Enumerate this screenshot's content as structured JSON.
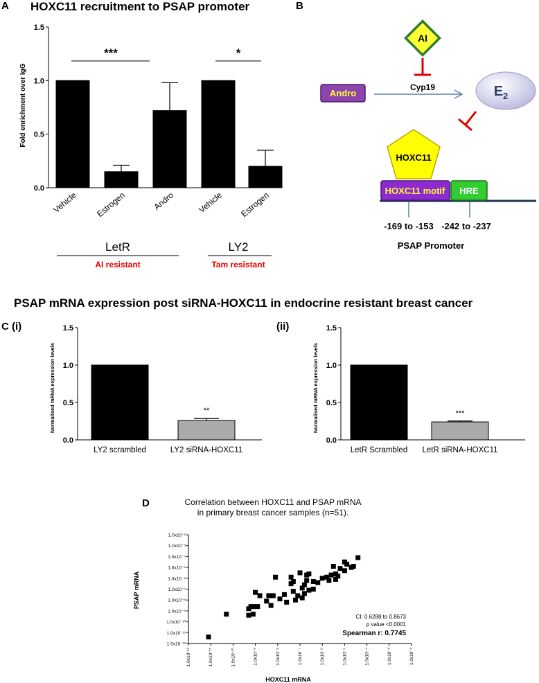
{
  "panel_a": {
    "letter": "A",
    "title": "HOXC11 recruitment to PSAP promoter",
    "groups": [
      {
        "name": "LetR",
        "note": "AI resistant"
      },
      {
        "name": "LY2",
        "note": "Tam resistant"
      }
    ],
    "sig_marks": [
      "***",
      "*"
    ]
  },
  "panel_b": {
    "letter": "B",
    "inhibitor": "AI",
    "enzyme": "Cyp19",
    "substrate": "Andro",
    "product_base": "E",
    "product_sub": "2",
    "tf": "HOXC11",
    "motif": "HOXC11 motif",
    "hre": "HRE",
    "pos_motif": "-169 to -153",
    "pos_hre": "-242 to -237",
    "promoter_label": "PSAP Promoter"
  },
  "section_c": {
    "title": "PSAP mRNA expression post siRNA-HOXC11 in endocrine resistant breast cancer",
    "label_i": "C (i)",
    "label_ii": "(ii)"
  },
  "panel_d": {
    "letter": "D"
  },
  "chart_data": [
    {
      "type": "bar",
      "ylabel": "Fold enrichment over IgG",
      "ylim": [
        0,
        1.5
      ],
      "yticks": [
        "0.0",
        "0.5",
        "1.0",
        "1.5"
      ],
      "categories": [
        "Vehicle",
        "Estrogen",
        "Andro",
        "Vehicle",
        "Estrogen"
      ],
      "values": [
        1.0,
        0.15,
        0.72,
        1.0,
        0.2
      ],
      "errors": [
        0,
        0.06,
        0.26,
        0,
        0.15
      ],
      "colors": [
        "#000000"
      ]
    },
    {
      "type": "bar",
      "ylabel": "Normalised mRNA expression levels",
      "ylim": [
        0,
        1.5
      ],
      "yticks": [
        "0.0",
        "0.5",
        "1.0",
        "1.5"
      ],
      "categories": [
        "LY2 scrambled",
        "LY2 siRNA-HOXC11"
      ],
      "values": [
        1.0,
        0.26
      ],
      "errors": [
        0,
        0.025
      ],
      "annotations": [
        "",
        "**"
      ],
      "colors": [
        "#000000",
        "#aaaaaa"
      ]
    },
    {
      "type": "bar",
      "ylabel": "Normalised mRNA expression levels",
      "ylim": [
        0,
        1.5
      ],
      "yticks": [
        "0.0",
        "0.5",
        "1.0",
        "1.5"
      ],
      "categories": [
        "LetR Scrambled",
        "LetR siRNA-HOXC11"
      ],
      "values": [
        1.0,
        0.24
      ],
      "errors": [
        0,
        0.012
      ],
      "annotations": [
        "",
        "***"
      ],
      "colors": [
        "#000000",
        "#aaaaaa"
      ]
    },
    {
      "type": "scatter",
      "title": "Correlation between HOXC11 and PSAP mRNA",
      "subtitle": "in primary breast cancer samples (n=51).",
      "xlabel": "HOXC11 mRNA",
      "ylabel": "PSAP mRNA",
      "log_scale": true,
      "xlim_exp": [
        -12,
        -2
      ],
      "ylim_exp": [
        -12,
        -2
      ],
      "xticks": [
        "1.0x10⁻¹²",
        "1.0x10⁻¹¹",
        "1.0x10⁻¹⁰",
        "1.0x10⁻⁹",
        "1.0x10⁻⁸",
        "1.0x10⁻⁷",
        "1.0x10⁻⁶",
        "1.0x10⁻⁵",
        "1.0x10⁻⁴",
        "1.0x10⁻³",
        "1.0x10⁻²"
      ],
      "yticks": [
        "1.0x10⁻¹²",
        "1.0x10⁻¹¹",
        "1.0x10⁻¹⁰",
        "1.0x10⁻⁹",
        "1.0x10⁻⁸",
        "1.0x10⁻⁷",
        "1.0x10⁻⁶",
        "1.0x10⁻⁵",
        "1.0x10⁻⁴",
        "1.0x10⁻³",
        "1.0x10⁻²"
      ],
      "stats": {
        "ci": "CI: 0.6288 to 0.8673",
        "p": "p value <0.0001",
        "spearman": "Spearman r: 0.7745"
      },
      "points_log10": [
        [
          -11.1,
          -11.4
        ],
        [
          -10.3,
          -9.3
        ],
        [
          -9.3,
          -9.4
        ],
        [
          -9.3,
          -8.8
        ],
        [
          -9.2,
          -8.6
        ],
        [
          -9.1,
          -8.6
        ],
        [
          -9.1,
          -9.3
        ],
        [
          -9.0,
          -7.3
        ],
        [
          -8.9,
          -8.6
        ],
        [
          -8.8,
          -7.6
        ],
        [
          -8.5,
          -8.1
        ],
        [
          -8.4,
          -7.6
        ],
        [
          -8.3,
          -8.5
        ],
        [
          -8.2,
          -7.6
        ],
        [
          -8.1,
          -5.9
        ],
        [
          -7.9,
          -7.9
        ],
        [
          -7.7,
          -7.5
        ],
        [
          -7.6,
          -8.2
        ],
        [
          -7.4,
          -6.5
        ],
        [
          -7.4,
          -5.9
        ],
        [
          -7.3,
          -7.2
        ],
        [
          -7.3,
          -6.3
        ],
        [
          -7.2,
          -8.0
        ],
        [
          -7.1,
          -7.6
        ],
        [
          -7.0,
          -5.5
        ],
        [
          -6.9,
          -6.9
        ],
        [
          -6.9,
          -7.8
        ],
        [
          -6.8,
          -6.6
        ],
        [
          -6.8,
          -7.4
        ],
        [
          -6.7,
          -6.2
        ],
        [
          -6.7,
          -5.7
        ],
        [
          -6.6,
          -7.1
        ],
        [
          -6.6,
          -5.6
        ],
        [
          -6.4,
          -7.0
        ],
        [
          -6.4,
          -6.3
        ],
        [
          -6.2,
          -6.4
        ],
        [
          -6.0,
          -6.0
        ],
        [
          -5.8,
          -5.9
        ],
        [
          -5.7,
          -6.2
        ],
        [
          -5.6,
          -5.7
        ],
        [
          -5.5,
          -4.9
        ],
        [
          -5.4,
          -6.1
        ],
        [
          -5.4,
          -5.6
        ],
        [
          -5.3,
          -5.8
        ],
        [
          -5.2,
          -5.1
        ],
        [
          -5.0,
          -4.5
        ],
        [
          -5.0,
          -5.3
        ],
        [
          -4.9,
          -4.7
        ],
        [
          -4.7,
          -5.0
        ],
        [
          -4.6,
          -4.9
        ],
        [
          -4.4,
          -4.1
        ]
      ]
    }
  ]
}
